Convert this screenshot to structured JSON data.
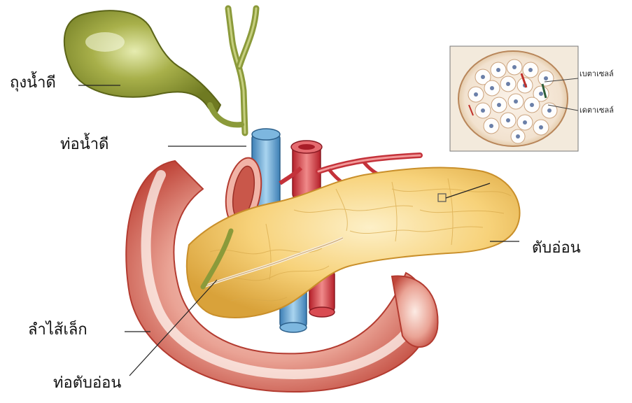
{
  "labels": {
    "gallbladder": "ถุงน้ำดี",
    "bile_duct": "ท่อน้ำดี",
    "pancreas": "ตับอ่อน",
    "small_intestine": "ลำไส้เล็ก",
    "pancreatic_duct": "ท่อตับอ่อน",
    "beta_cell": "เบตาเซลล์",
    "delta_cell": "เดตาเซลล์"
  }
}
